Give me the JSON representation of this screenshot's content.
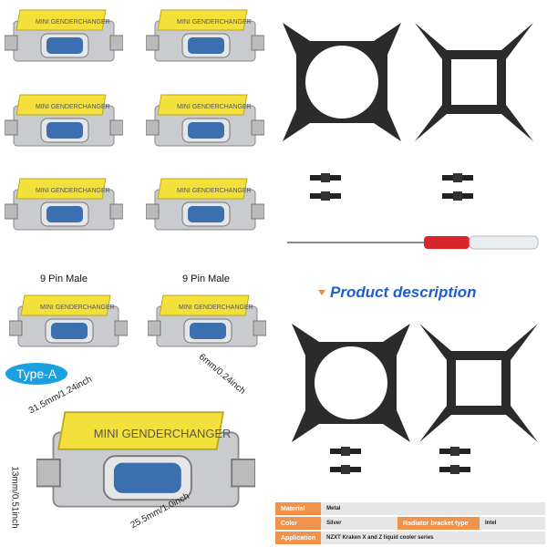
{
  "left": {
    "connector_label": "MINI GENDERCHANGER",
    "labels": [
      "9 Pin Male",
      "9 Pin Male"
    ],
    "badge": "Type-A",
    "dimensions": {
      "length": "31.5mm/1.24inch",
      "depth": "6mm/0.24inch",
      "height": "13mm/0.51inch",
      "width": "25.5mm/1.0inch"
    }
  },
  "right": {
    "heading": "Product description",
    "specs": {
      "material_key": "Material",
      "material": "Metal",
      "color_key": "Color",
      "color": "Silver",
      "bracket_key": "Radiator bracket type",
      "bracket": "Intel",
      "application_key": "Application",
      "application": "NZXT Kraken X and Z liquid cooler series"
    }
  },
  "colors": {
    "accent_orange": "#f0924a",
    "heading_blue": "#1c5fd0",
    "badge_blue": "#1aa0e0",
    "yellow": "#f3e03a"
  }
}
